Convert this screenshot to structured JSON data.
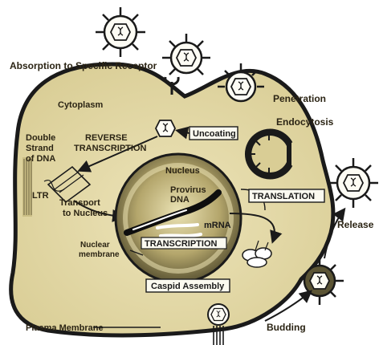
{
  "labels": {
    "absorption": "Absorption to Specific Receptor",
    "cytoplasm": "Cytoplasm",
    "penetration": "Penetration",
    "endocytosis": "Endocytosis",
    "reverse_transcription_1": "REVERSE",
    "reverse_transcription_2": "TRANSCRIPTION",
    "uncoating": "Uncoating",
    "double_strand_1": "Double",
    "double_strand_2": "Strand",
    "double_strand_3": "of DNA",
    "ltr": "LTR",
    "nucleus": "Nucleus",
    "provirus_1": "Provirus",
    "provirus_2": "DNA",
    "translation": "TRANSLATION",
    "transport_1": "Transport",
    "transport_2": "to Nucleus",
    "mrna": "mRNA",
    "transcription": "TRANSCRIPTION",
    "nuclear_membrane_1": "Nuclear",
    "nuclear_membrane_2": "membrane",
    "release": "Release",
    "caspid_assembly": "Caspid Assembly",
    "plasma_membrane": "Plasma Membrane",
    "budding": "Budding"
  },
  "colors": {
    "cell_fill": "#e6dcab",
    "cell_outline": "#1a1a1a",
    "nucleus_fill": "#5b5434",
    "nucleus_glow": "#d8cd94",
    "virus_fill": "#fdfcf4",
    "virus_spike": "#1a1a1a",
    "label_box": "#fbfaf0"
  }
}
